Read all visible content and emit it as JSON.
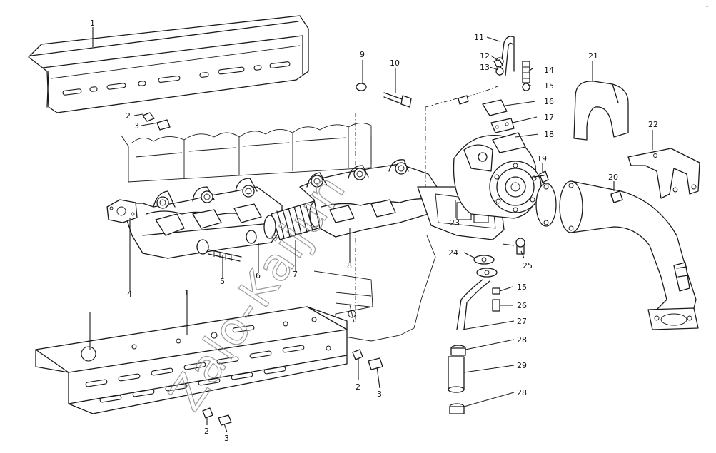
{
  "watermark": "Zalo-Kaijun",
  "corner_mark": "~",
  "callouts": {
    "c1a": "1",
    "c1b": "1",
    "c2a": "2",
    "c2b": "2",
    "c2c": "2",
    "c3a": "3",
    "c3b": "3",
    "c3c": "3",
    "c4": "4",
    "c5": "5",
    "c6": "6",
    "c7": "7",
    "c8": "8",
    "c9": "9",
    "c10": "10",
    "c11": "11",
    "c12": "12",
    "c13": "13",
    "c14": "14",
    "c15a": "15",
    "c15b": "15",
    "c16": "16",
    "c17": "17",
    "c18": "18",
    "c19": "19",
    "c20": "20",
    "c21": "21",
    "c22": "22",
    "c23": "23",
    "c24": "24",
    "c25": "25",
    "c26": "26",
    "c27": "27",
    "c28a": "28",
    "c28b": "28",
    "c29": "29"
  }
}
